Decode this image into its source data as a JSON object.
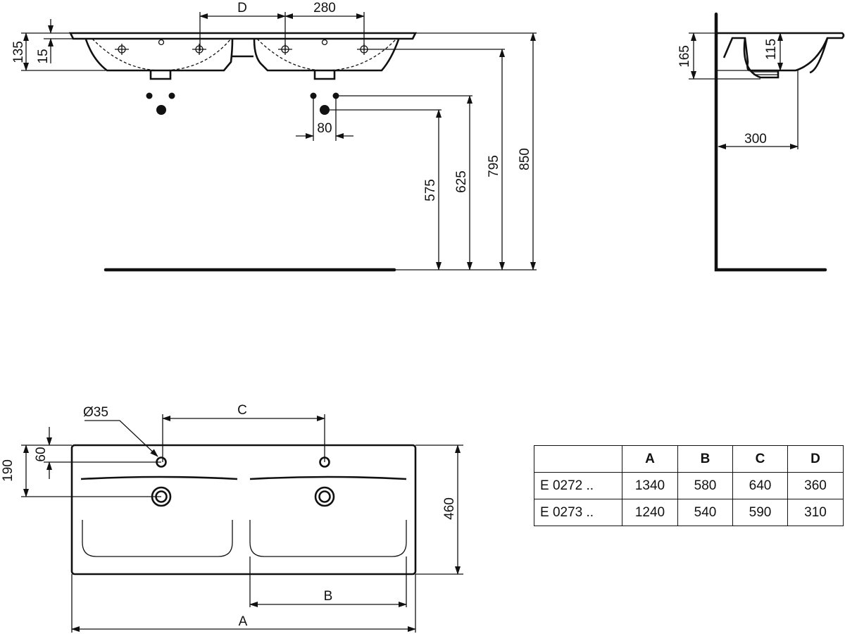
{
  "front_view": {
    "dim_d": "D",
    "dim_280": "280",
    "dim_135": "135",
    "dim_15": "15",
    "dim_80": "80",
    "dim_575": "575",
    "dim_625": "625",
    "dim_795": "795",
    "dim_850": "850"
  },
  "side_view": {
    "dim_165": "165",
    "dim_115": "115",
    "dim_300": "300"
  },
  "top_view": {
    "dim_hole": "Ø35",
    "dim_c": "C",
    "dim_60": "60",
    "dim_190": "190",
    "dim_460": "460",
    "dim_b": "B",
    "dim_a": "A"
  },
  "table": {
    "headers": [
      "",
      "A",
      "B",
      "C",
      "D"
    ],
    "rows": [
      [
        "E 0272 ..",
        "1340",
        "580",
        "640",
        "360"
      ],
      [
        "E 0273 ..",
        "1240",
        "540",
        "590",
        "310"
      ]
    ]
  }
}
